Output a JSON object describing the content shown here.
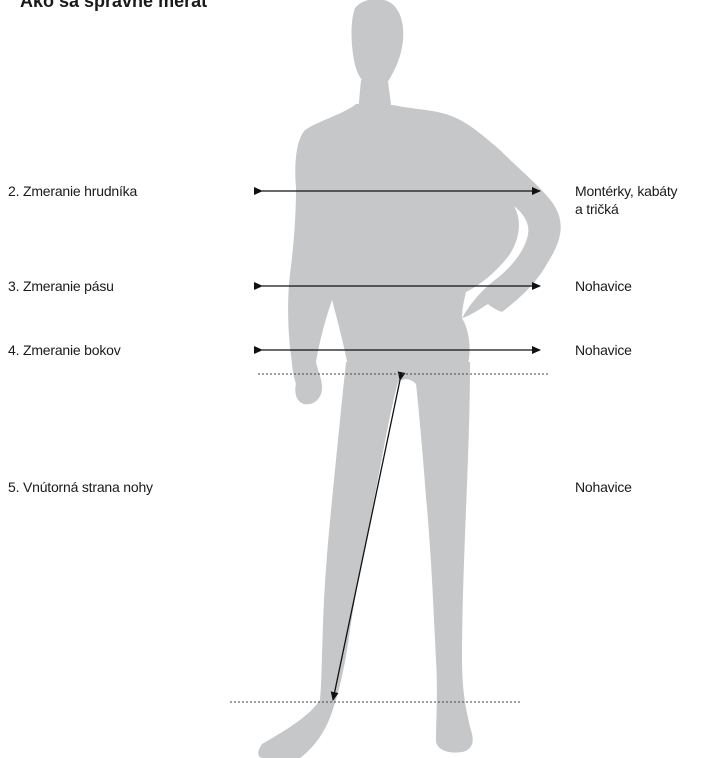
{
  "title_fragment": "Ako sa správne merať",
  "measurements": [
    {
      "label": "2. Zmeranie hrudníka",
      "garment_line1": "Montérky, kabáty",
      "garment_line2": "a tričká"
    },
    {
      "label": "3. Zmeranie pásu",
      "garment": "Nohavice"
    },
    {
      "label": "4. Zmeranie bokov",
      "garment": "Nohavice"
    },
    {
      "label": "5. Vnútorná strana nohy",
      "garment": "Nohavice"
    }
  ],
  "colors": {
    "silhouette": "#c6c7c9",
    "text": "#1a1a1a",
    "arrow": "#111111",
    "guide_line": "#444444"
  }
}
